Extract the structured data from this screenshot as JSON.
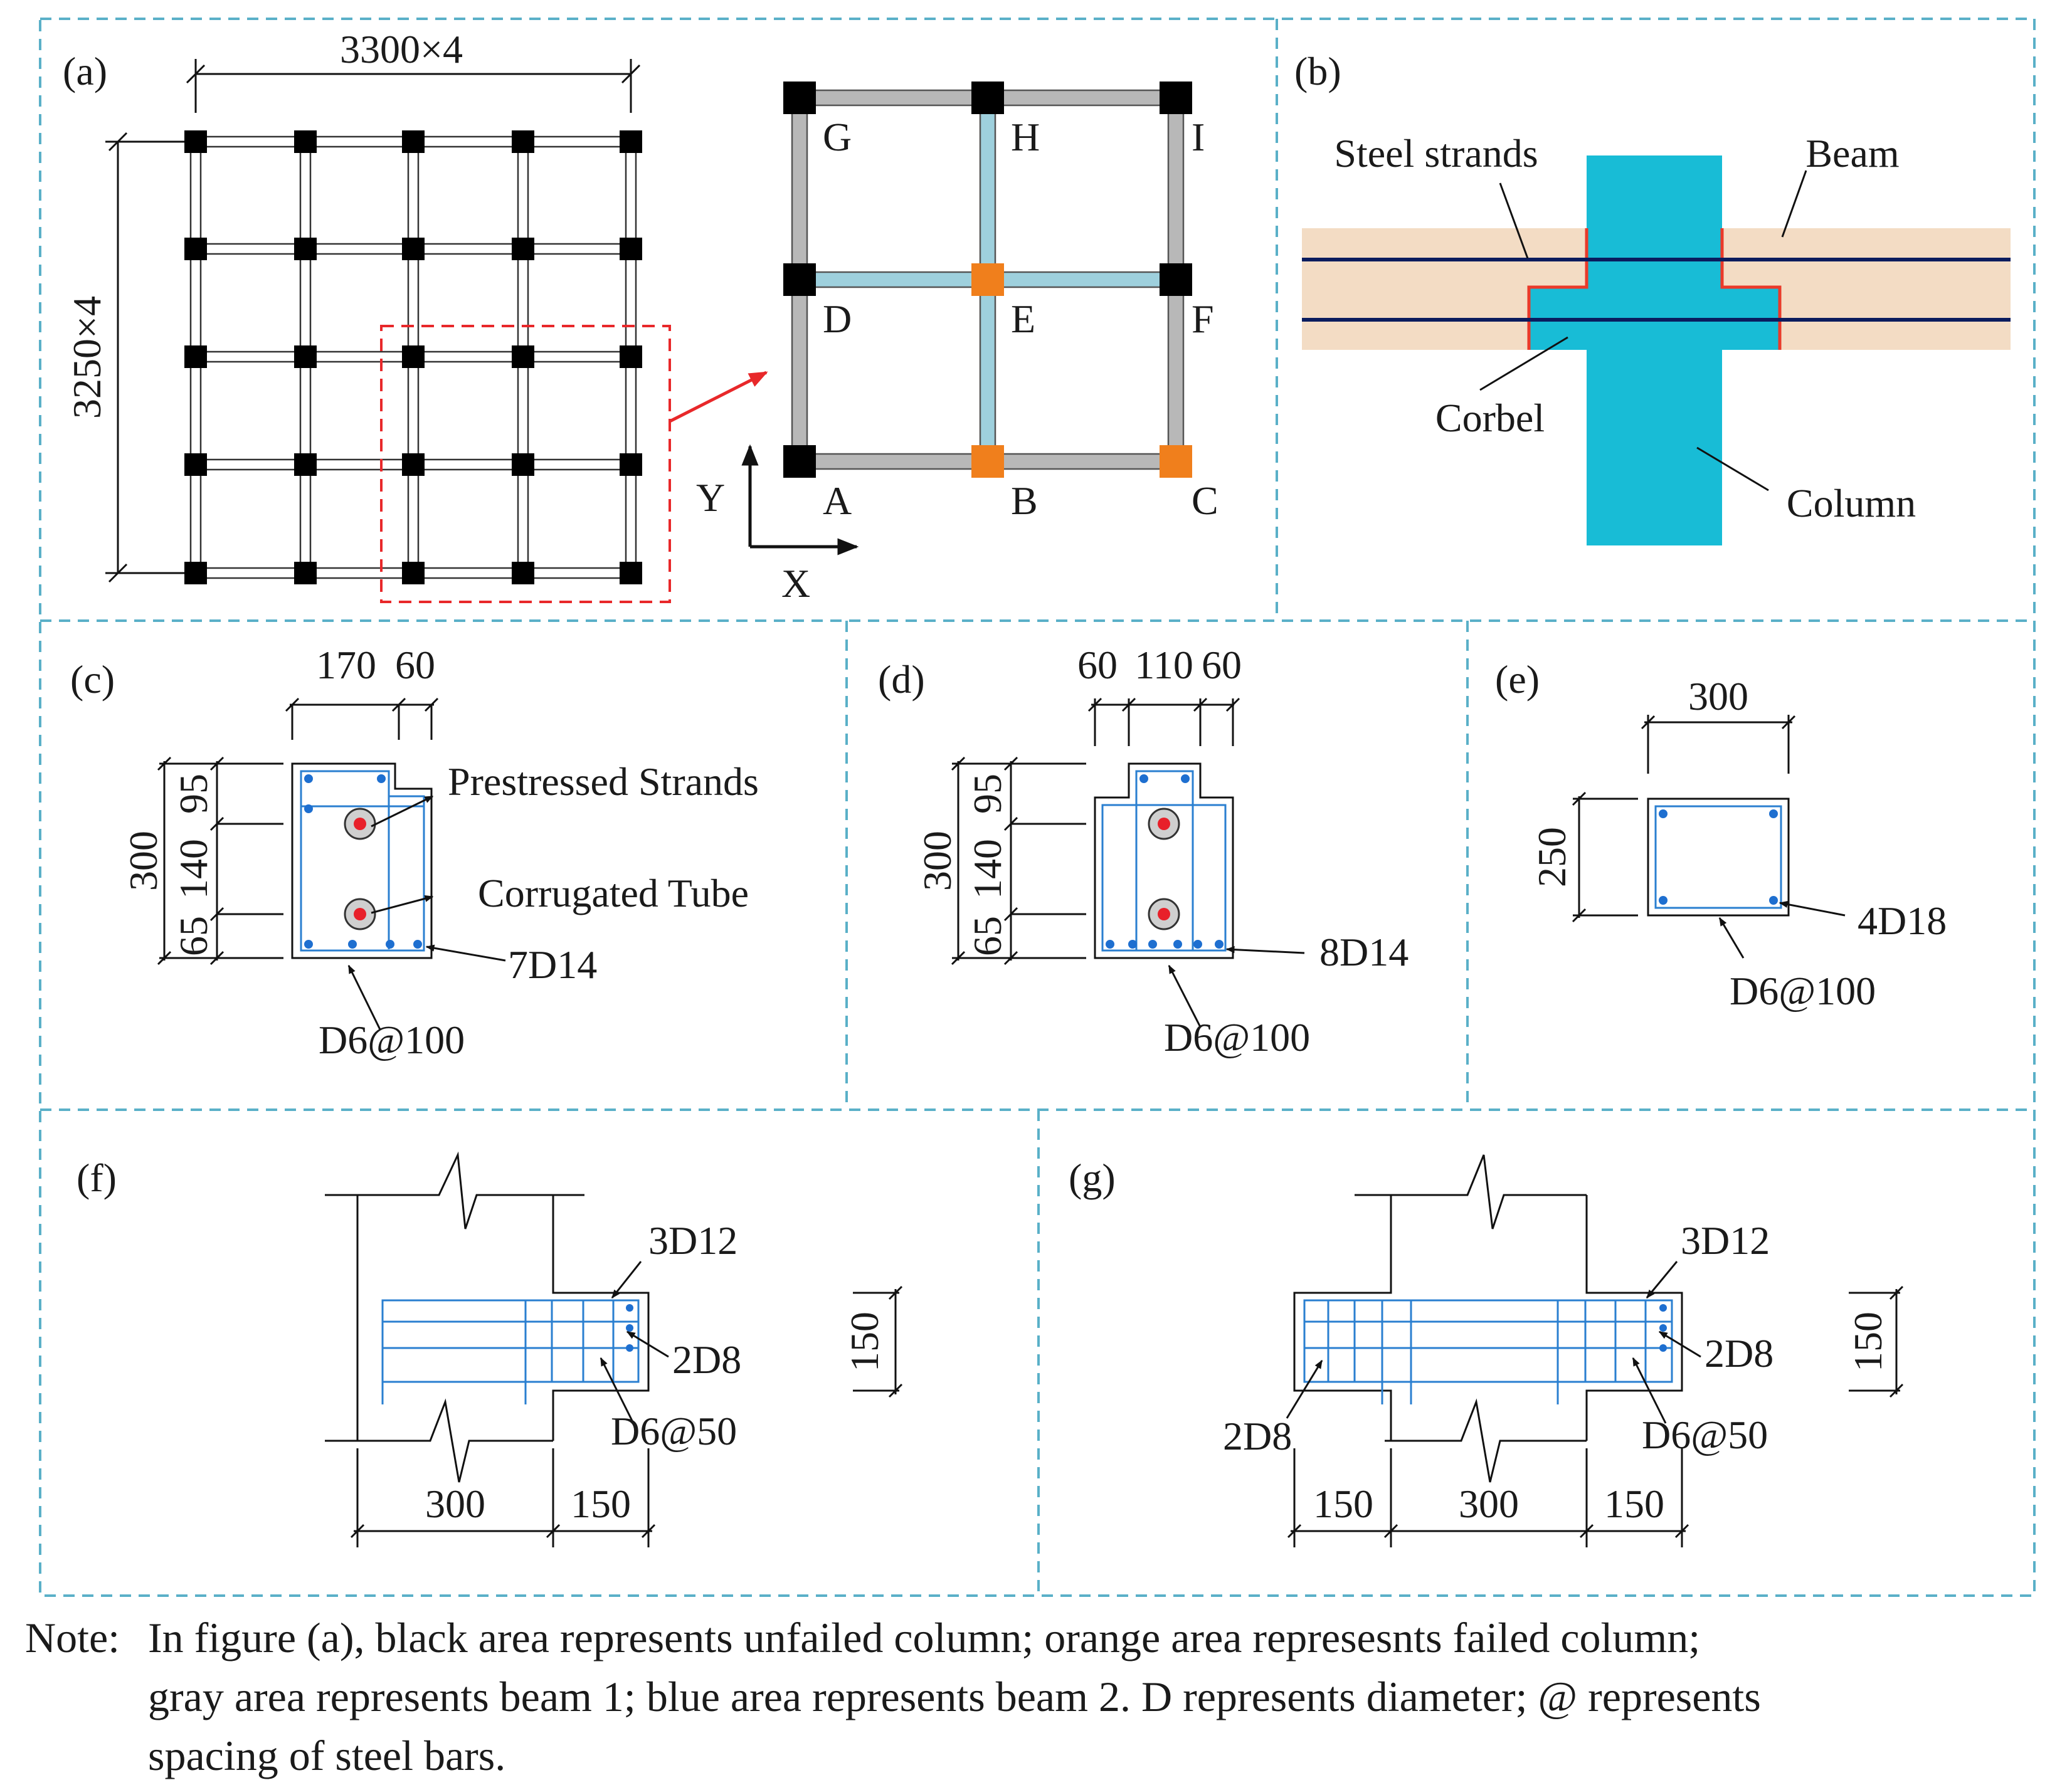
{
  "panel_labels": {
    "a": "(a)",
    "b": "(b)",
    "c": "(c)",
    "d": "(d)",
    "e": "(e)",
    "f": "(f)",
    "g": "(g)"
  },
  "panel_a": {
    "dim_top": "3300×4",
    "dim_left": "3250×4",
    "nodes": {
      "A": "A",
      "B": "B",
      "C": "C",
      "D": "D",
      "E": "E",
      "F": "F",
      "G": "G",
      "H": "H",
      "I": "I"
    },
    "axis_y": "Y",
    "axis_x": "X",
    "colors": {
      "unfailed_column": "#000000",
      "failed_column": "#f07f1c",
      "beam1": "#b8b8b8",
      "beam2": "#9ed0dd",
      "highlight": "#e8282a"
    }
  },
  "panel_b": {
    "steel_strands": "Steel strands",
    "beam": "Beam",
    "corbel": "Corbel",
    "column": "Column",
    "colors": {
      "column": "#18bcd6",
      "beam": "#f3dcc4",
      "strand": "#0a1c5e",
      "outline": "#ea3a2a"
    }
  },
  "panel_c": {
    "dim_170": "170",
    "dim_60": "60",
    "dim_300": "300",
    "dim_65": "65",
    "dim_140": "140",
    "dim_95": "95",
    "prestressed": "Prestressed Strands",
    "tube": "Corrugated Tube",
    "bars": "7D14",
    "stirrup": "D6@100"
  },
  "panel_d": {
    "dim_60a": "60",
    "dim_110": "110",
    "dim_60b": "60",
    "dim_300": "300",
    "dim_65": "65",
    "dim_140": "140",
    "dim_95": "95",
    "bars": "8D14",
    "stirrup": "D6@100"
  },
  "panel_e": {
    "dim_300": "300",
    "dim_250": "250",
    "bars": "4D18",
    "stirrup": "D6@100"
  },
  "panel_f": {
    "bars_top": "3D12",
    "bars_mid": "2D8",
    "stirrup": "D6@50",
    "dim_150v": "150",
    "dim_300": "300",
    "dim_150": "150"
  },
  "panel_g": {
    "bars_top": "3D12",
    "bars_mid": "2D8",
    "bars_left": "2D8",
    "stirrup": "D6@50",
    "dim_150v": "150",
    "dim_150a": "150",
    "dim_300": "300",
    "dim_150b": "150"
  },
  "note": {
    "label": "Note:",
    "line1": "In figure (a), black area represents unfailed column; orange area represesnts failed column;",
    "line2": "gray area represents beam 1; blue area represents beam 2. D represents diameter; @ represents",
    "line3": "spacing of steel bars."
  }
}
